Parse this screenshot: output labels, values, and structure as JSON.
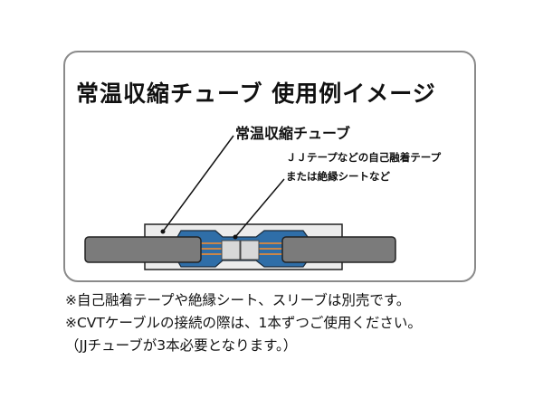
{
  "title": "常温収縮チューブ 使用例イメージ",
  "labels": {
    "tube": "常温収縮チューブ",
    "tape_line1": "ＪＪテープなどの自己融着テープ",
    "tape_line2": "または絶縁シートなど"
  },
  "notes": [
    "※自己融着テープや絶縁シート、スリーブは別売です。",
    "※CVTケーブルの接続の際は、1本ずつご使用ください。",
    "（JJチューブが3本必要となります。）"
  ],
  "colors": {
    "cable": "#7b7b7b",
    "tape": "#2f6ea8",
    "tube": "#e6e6e6",
    "conductor": "#c9864a"
  }
}
